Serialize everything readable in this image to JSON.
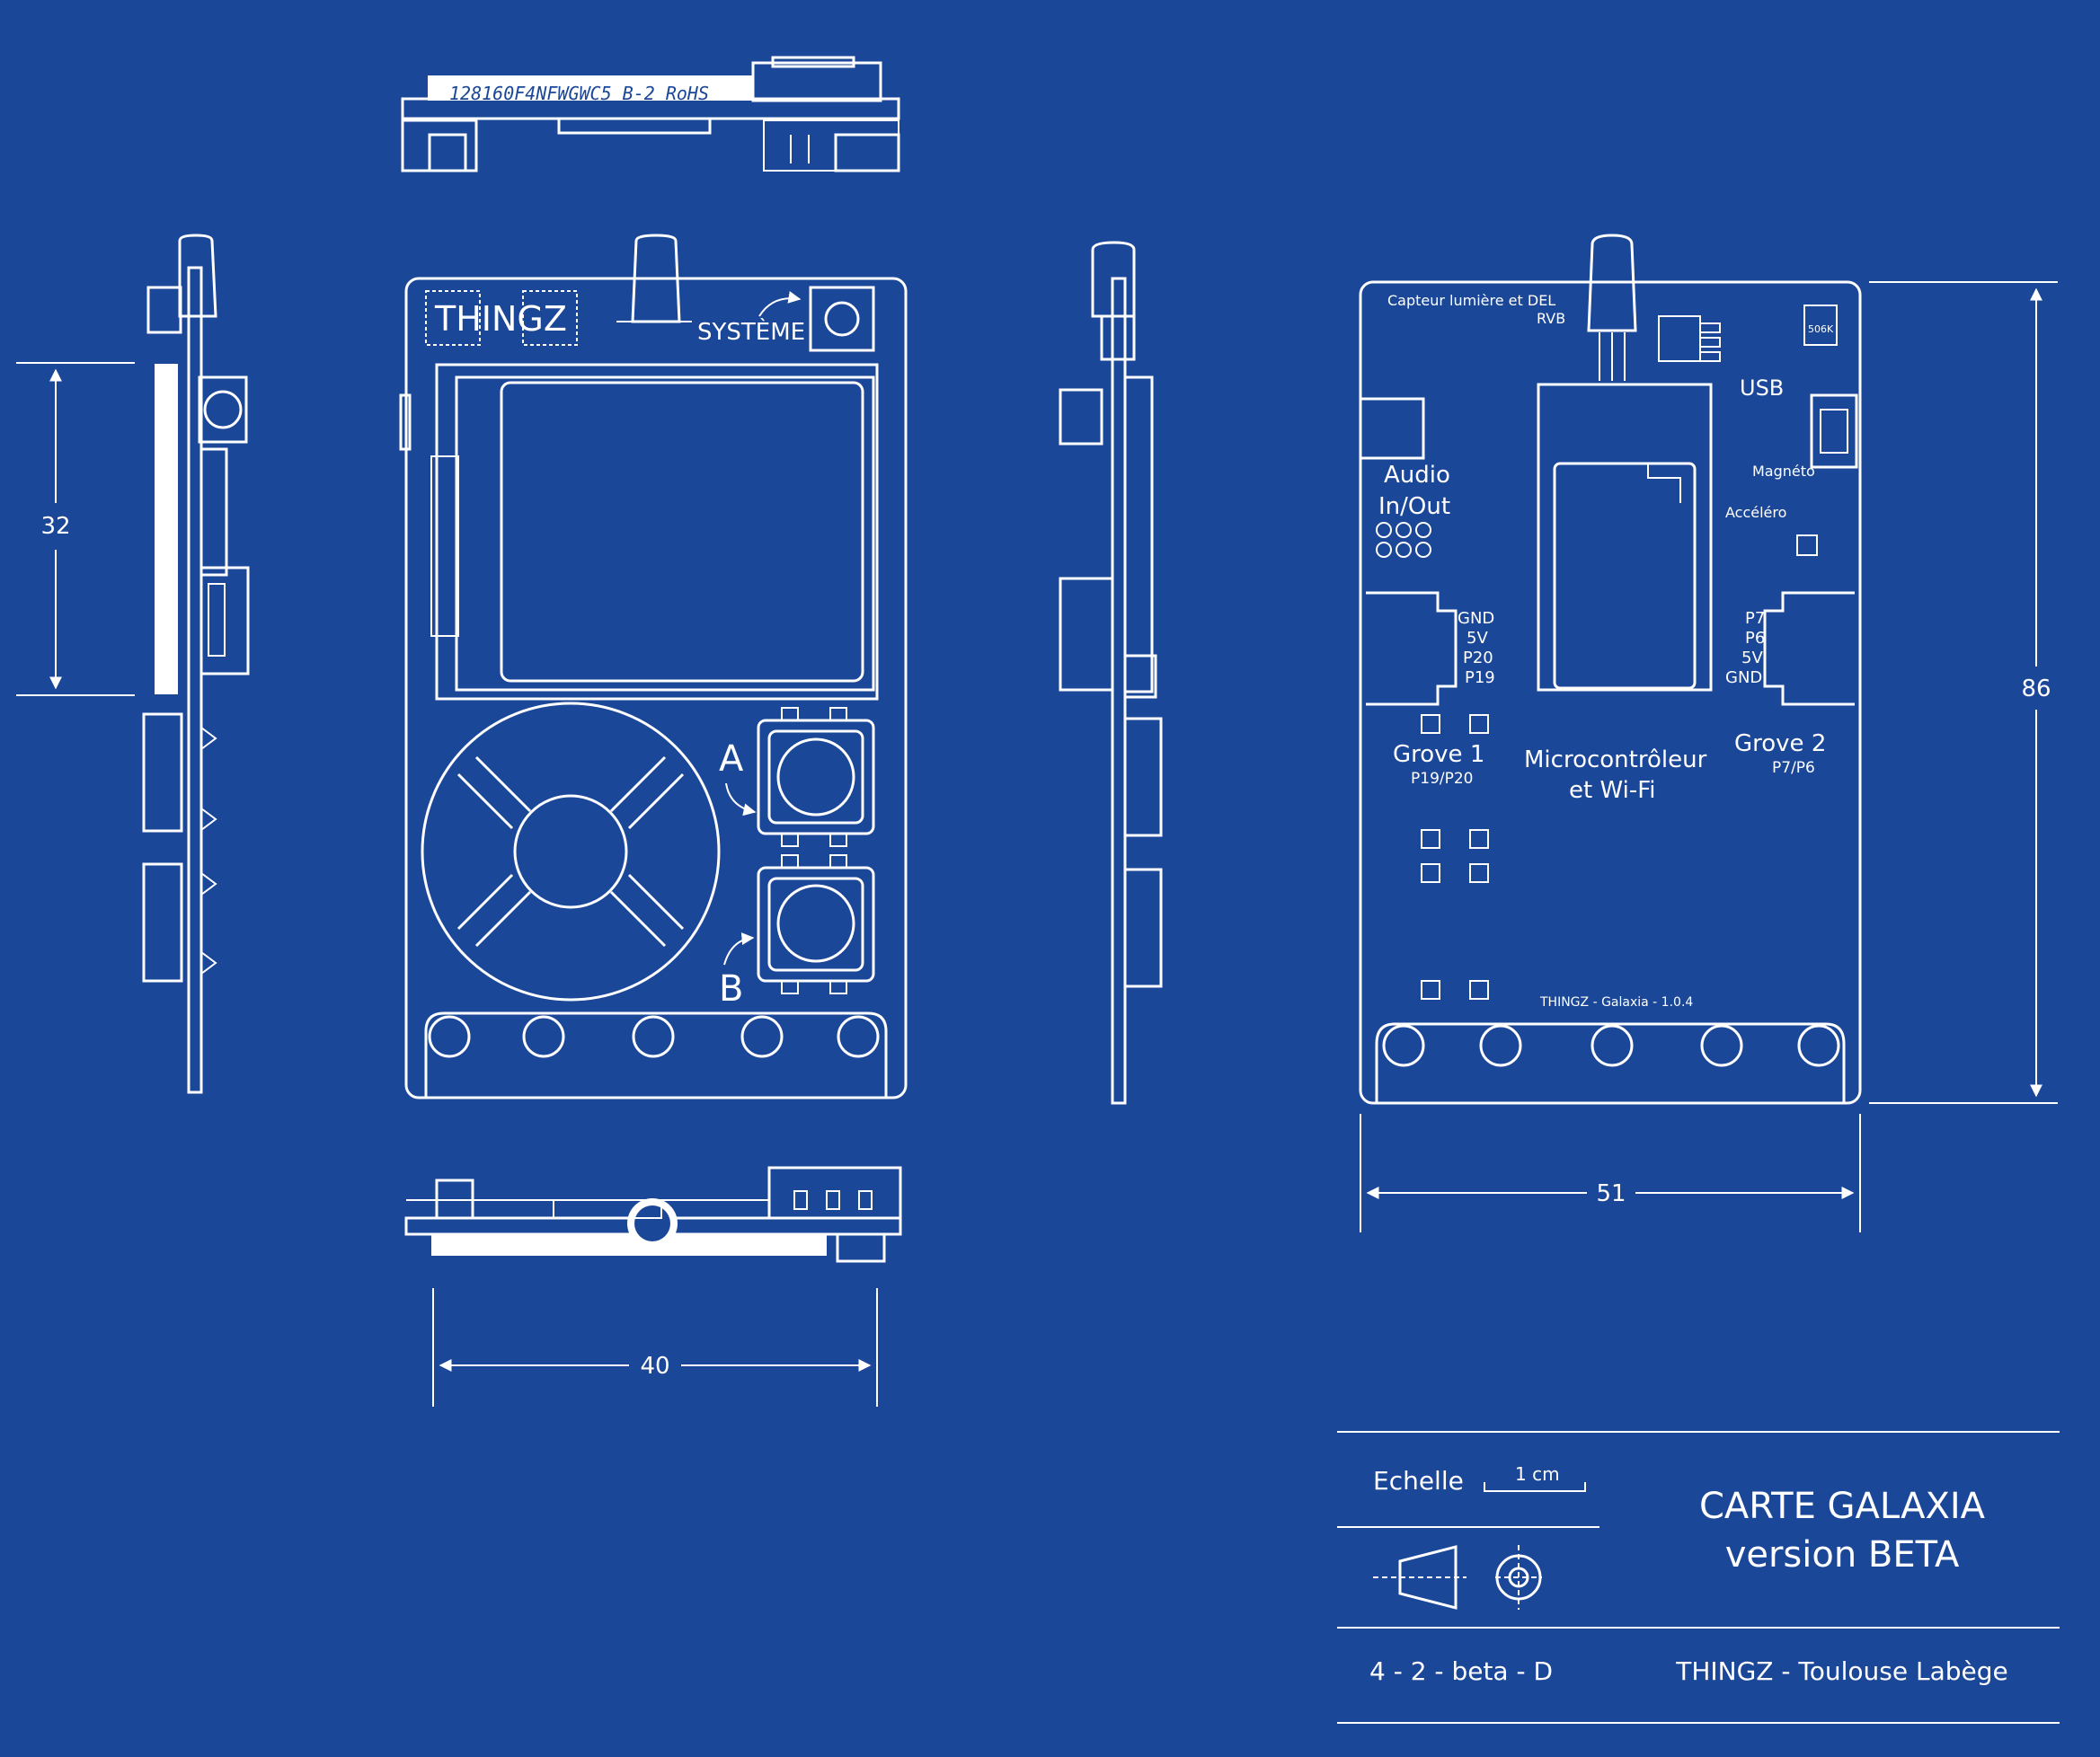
{
  "colors": {
    "background": "#1b4799",
    "lines": "#ffffff"
  },
  "top_view": {
    "chip_label": "128160F4NFWGWC5  B-2 RoHS"
  },
  "front": {
    "logo": "THINGZ",
    "system_label": "SYSTÈME",
    "button_a": "A",
    "button_b": "B"
  },
  "back": {
    "light_sensor": "Capteur lumière et DEL",
    "rgb": "RVB",
    "usb": "USB",
    "magneto": "Magnéto",
    "accelero": "Accéléro",
    "audio_line1": "Audio",
    "audio_line2": "In/Out",
    "grove1_pins": [
      "GND",
      "5V",
      "P20",
      "P19"
    ],
    "grove2_pins": [
      "P7",
      "P6",
      "5V",
      "GND"
    ],
    "grove1": "Grove 1",
    "grove1_sub": "P19/P20",
    "grove2": "Grove 2",
    "grove2_sub": "P7/P6",
    "mcu_line1": "Microcontrôleur",
    "mcu_line2": "et Wi-Fi",
    "version": "THINGZ - Galaxia - 1.0.4",
    "chip_506k": "506K"
  },
  "dimensions": {
    "height_side": "32",
    "width_bottom": "40",
    "height_back": "86",
    "width_back": "51"
  },
  "title_block": {
    "scale_label": "Echelle",
    "scale_unit": "1 cm",
    "title_line1": "CARTE GALAXIA",
    "title_line2": "version BETA",
    "reference": "4 - 2 - beta - D",
    "company": "THINGZ - Toulouse Labège"
  }
}
